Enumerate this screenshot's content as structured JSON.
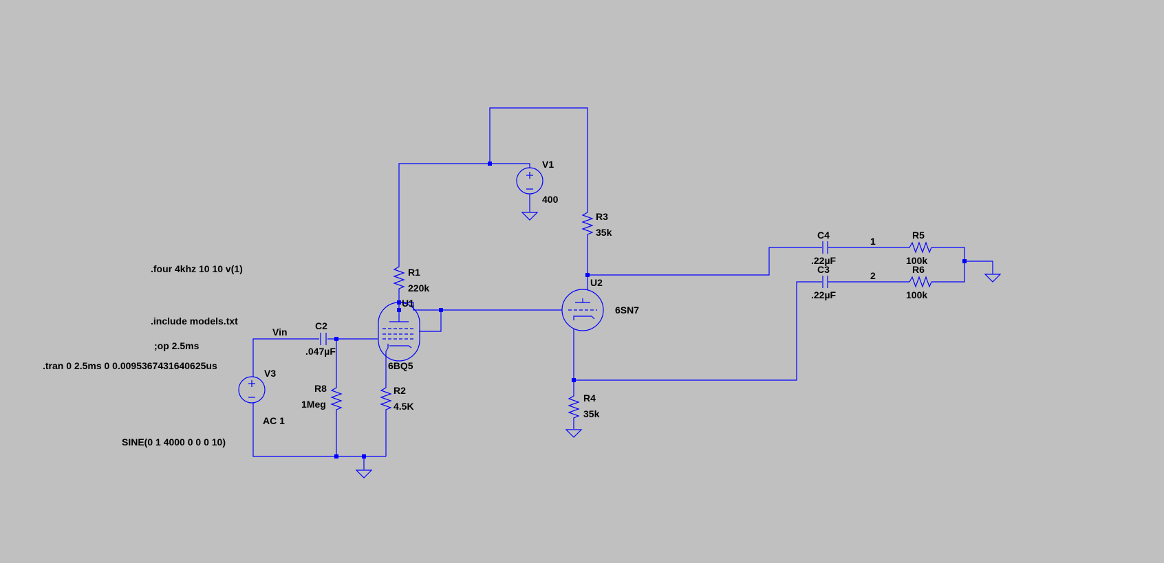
{
  "colors": {
    "background": "#c0c0c0",
    "wire": "#0000ff",
    "text": "#000000"
  },
  "directives": {
    "four": ".four 4khz 10 10 v(1)",
    "include": ".include models.txt",
    "op": ";op 2.5ms",
    "tran": ".tran 0 2.5ms 0 0.0095367431640625us",
    "sine": "SINE(0 1 4000 0 0 0 10)"
  },
  "nets": {
    "vin": "Vin",
    "n1": "1",
    "n2": "2"
  },
  "components": {
    "V1": {
      "name": "V1",
      "value": "400"
    },
    "V3": {
      "name": "V3",
      "value": "AC 1"
    },
    "R1": {
      "name": "R1",
      "value": "220k"
    },
    "R2": {
      "name": "R2",
      "value": "4.5K"
    },
    "R3": {
      "name": "R3",
      "value": "35k"
    },
    "R4": {
      "name": "R4",
      "value": "35k"
    },
    "R5": {
      "name": "R5",
      "value": "100k"
    },
    "R6": {
      "name": "R6",
      "value": "100k"
    },
    "R8": {
      "name": "R8",
      "value": "1Meg"
    },
    "C2": {
      "name": "C2",
      "value": ".047µF"
    },
    "C3": {
      "name": "C3",
      "value": ".22µF"
    },
    "C4": {
      "name": "C4",
      "value": ".22µF"
    },
    "U1": {
      "name": "U1",
      "value": "6BQ5"
    },
    "U2": {
      "name": "U2",
      "value": "6SN7"
    }
  },
  "icons": {
    "ground": "ground-icon",
    "voltage_source": "voltage-source-icon",
    "resistor": "resistor-icon",
    "capacitor": "capacitor-icon",
    "pentode": "pentode-tube-icon",
    "triode": "triode-tube-icon"
  }
}
